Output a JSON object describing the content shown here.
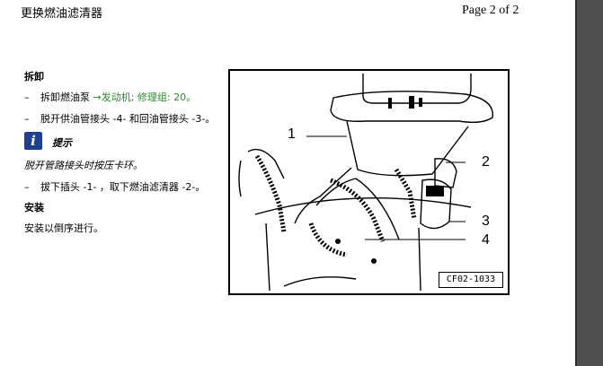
{
  "header": {
    "title": "更换燃油滤清器",
    "page_label": "Page 2 of 2"
  },
  "removal": {
    "heading": "拆卸",
    "step1_prefix": "拆卸燃油泵",
    "step1_link": "→发动机; 修理组: 20",
    "step1_suffix": "。",
    "step2": "脱开供油管接头 -4- 和回油管接头 -3-。"
  },
  "note": {
    "icon": "info-icon",
    "label": "提示",
    "text": "脱开管路接头时按压卡环。"
  },
  "step3": "拔下插头 -1- ，取下燃油滤清器 -2-。",
  "install": {
    "heading": "安装",
    "text": "安装以倒序进行。"
  },
  "figure": {
    "code": "CF02-1033",
    "callouts": [
      "1",
      "2",
      "3",
      "4"
    ]
  },
  "colors": {
    "link_green": "#2d8a2d",
    "info_icon_bg": "#1f3f8f",
    "viewer_bg": "#555555"
  }
}
